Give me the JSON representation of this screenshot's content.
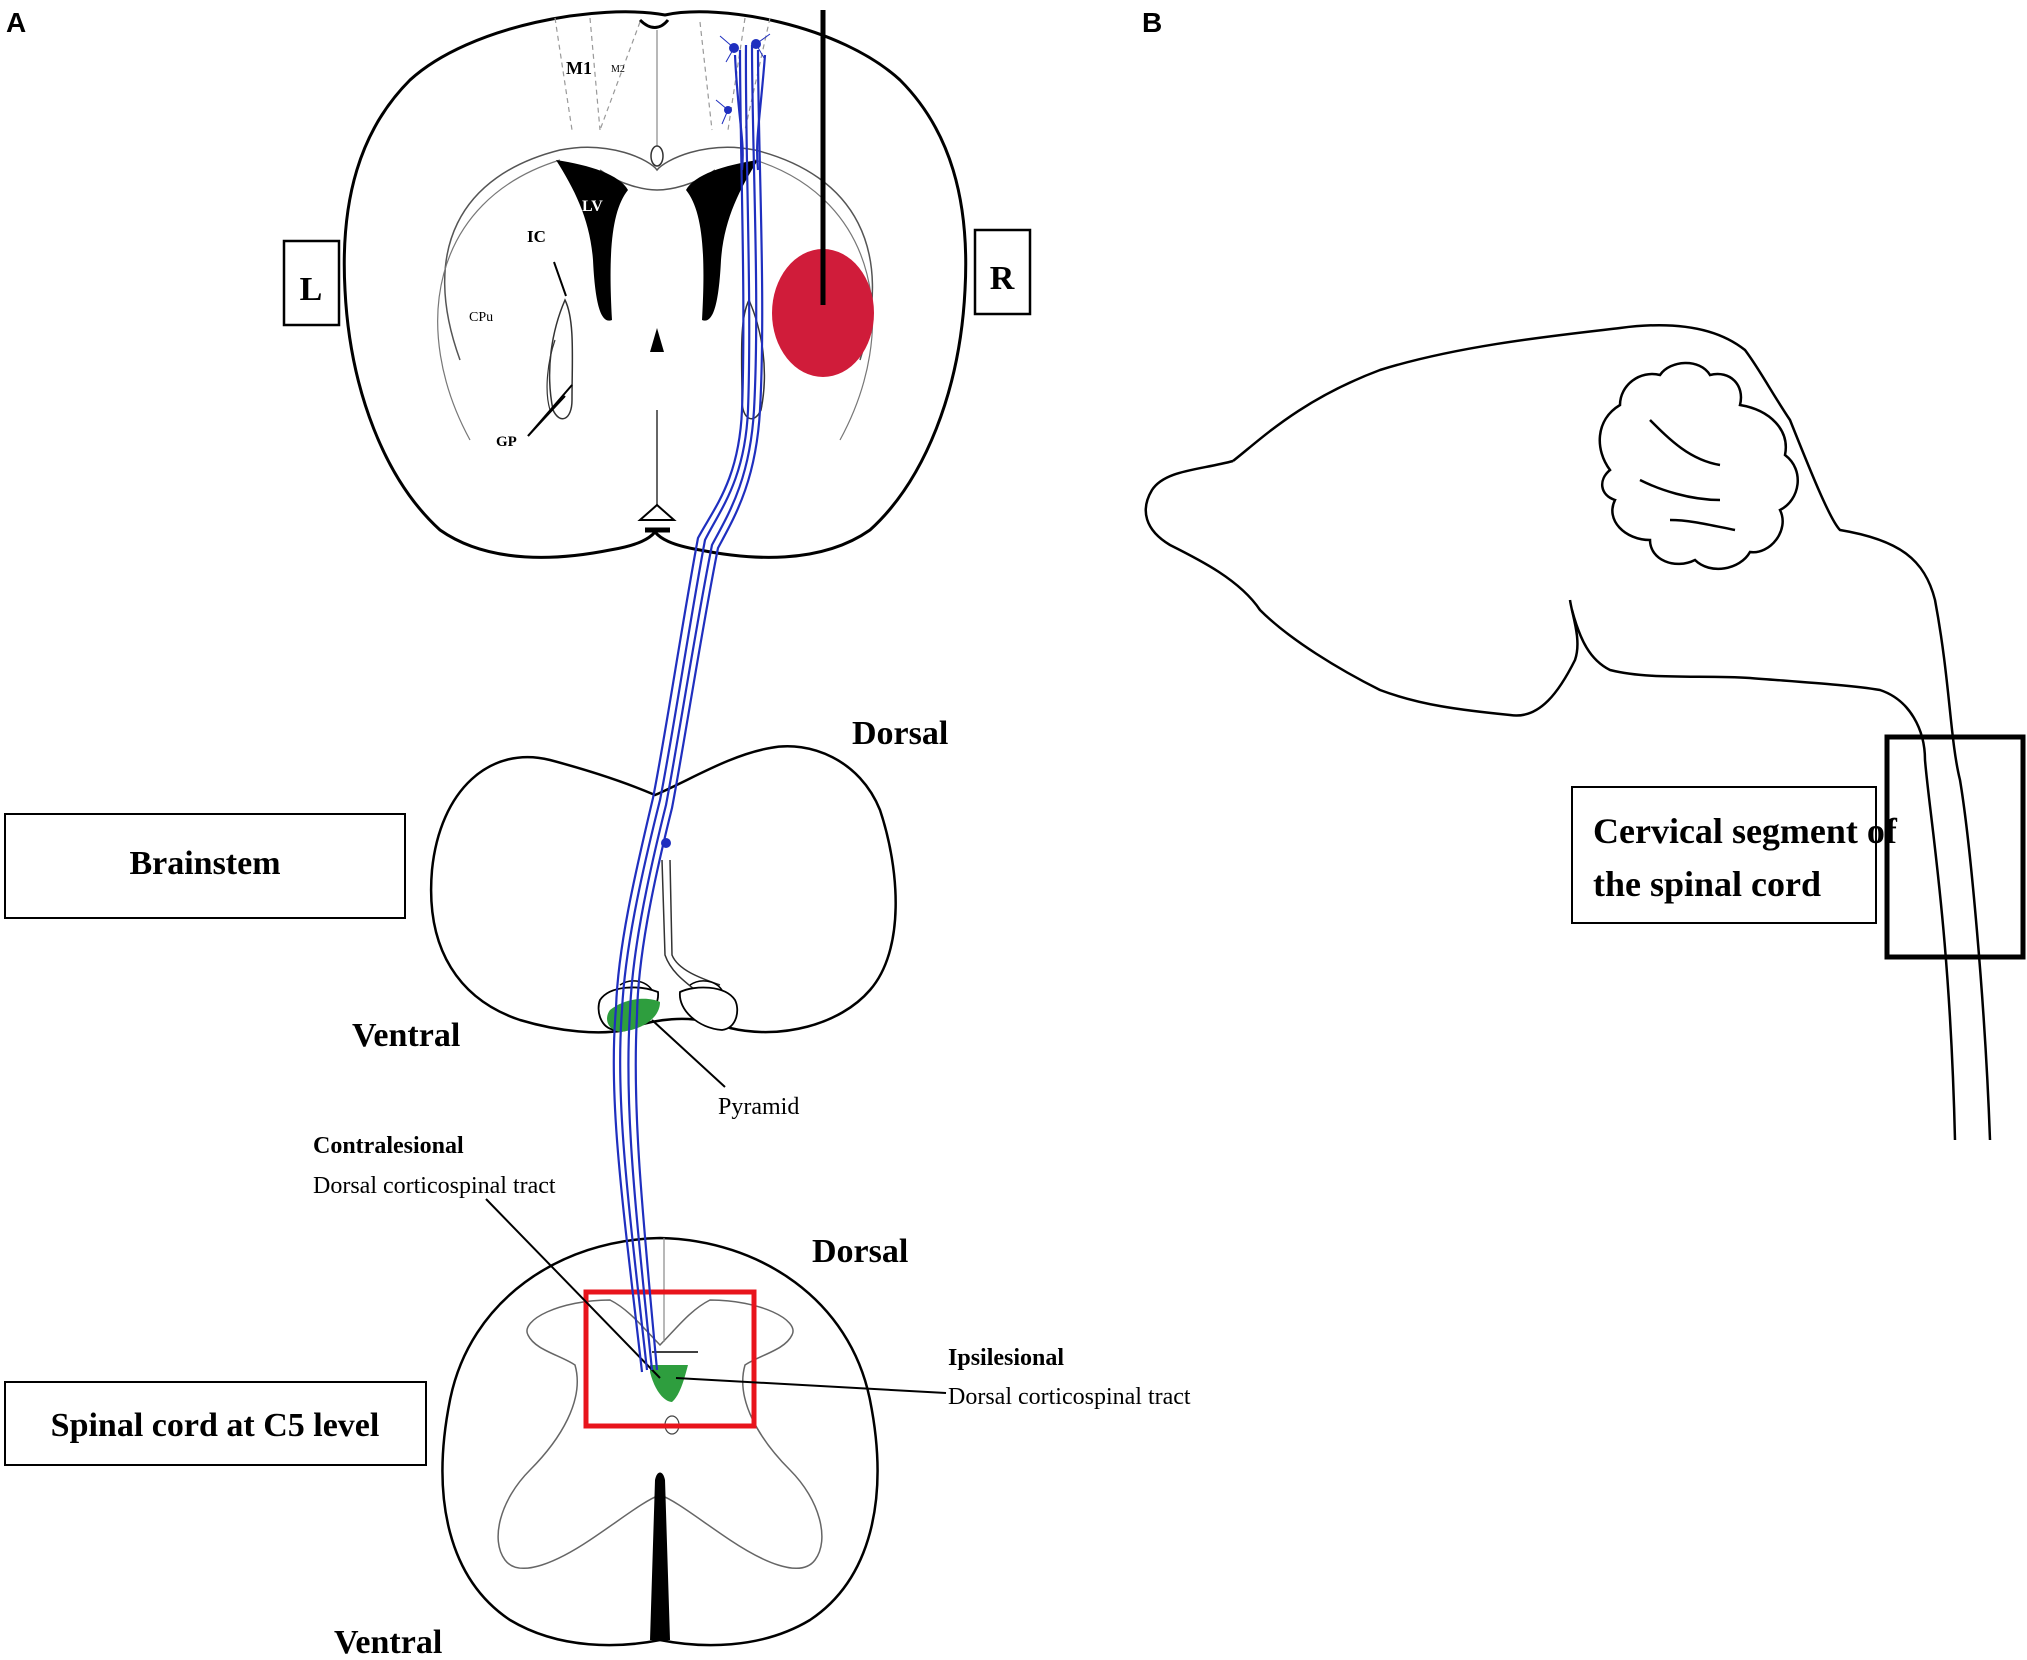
{
  "panels": {
    "a": "A",
    "b": "B"
  },
  "brain_section": {
    "hemisphere_left": "L",
    "hemisphere_right": "R",
    "m1": "M1",
    "m2": "M2",
    "lv": "LV",
    "ic": "IC",
    "cpu": "CPu",
    "gp": "GP"
  },
  "brainstem": {
    "box_label": "Brainstem",
    "dorsal": "Dorsal",
    "ventral": "Ventral",
    "pyramid": "Pyramid"
  },
  "spinal_cord": {
    "box_label": "Spinal cord at C5 level",
    "dorsal": "Dorsal",
    "ventral": "Ventral",
    "contralesional_title": "Contralesional",
    "contralesional_sub": "Dorsal corticospinal tract",
    "ipsilesional_title": "Ipsilesional",
    "ipsilesional_sub": "Dorsal corticospinal tract"
  },
  "sagittal": {
    "label_line1": "Cervical segment of",
    "label_line2": "the spinal cord"
  },
  "colors": {
    "tract": "#1f2fbf",
    "lesion": "#d01c3a",
    "pyramid_fill": "#2e9e3e",
    "highlight_box": "#e8141c",
    "outline": "#000000"
  }
}
